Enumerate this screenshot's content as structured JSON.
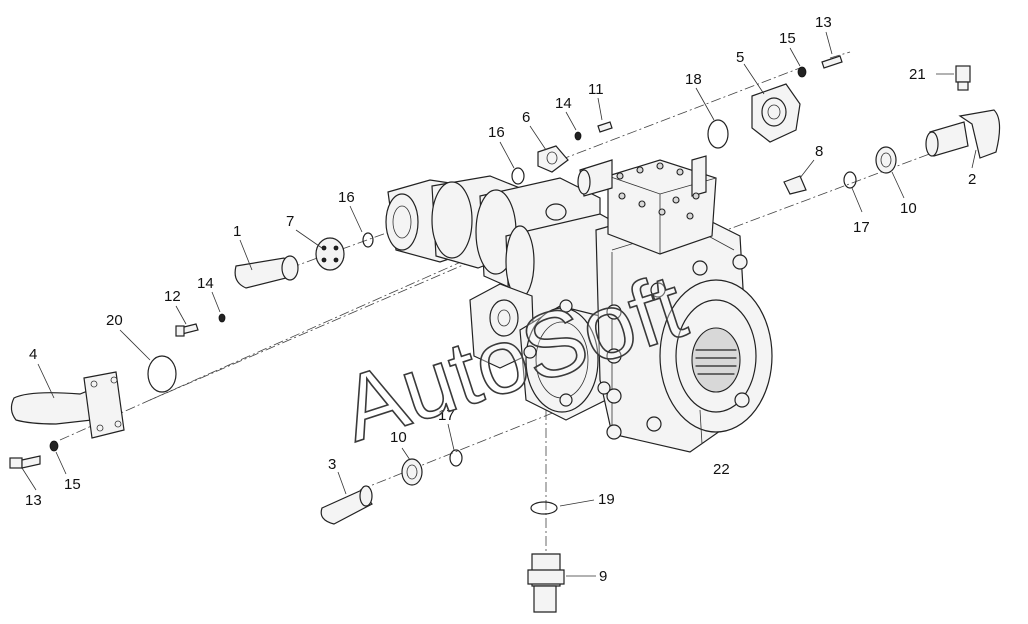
{
  "watermark": "AutoSoft",
  "callouts": [
    "1",
    "2",
    "3",
    "4",
    "5",
    "6",
    "7",
    "8",
    "9",
    "10",
    "10",
    "11",
    "12",
    "13",
    "13",
    "14",
    "14",
    "15",
    "15",
    "16",
    "16",
    "17",
    "17",
    "18",
    "19",
    "20",
    "21",
    "22"
  ]
}
